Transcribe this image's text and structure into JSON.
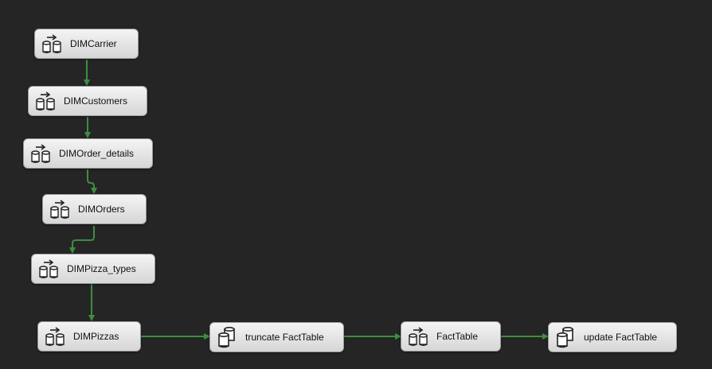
{
  "tasks": [
    {
      "id": "dimcarrier",
      "label": "DIMCarrier",
      "icon": "data-flow-icon"
    },
    {
      "id": "dimcustomers",
      "label": "DIMCustomers",
      "icon": "data-flow-icon"
    },
    {
      "id": "dimorder-details",
      "label": "DIMOrder_details",
      "icon": "data-flow-icon"
    },
    {
      "id": "dimorders",
      "label": "DIMOrders",
      "icon": "data-flow-icon"
    },
    {
      "id": "dimpizza-types",
      "label": "DIMPizza_types",
      "icon": "data-flow-icon"
    },
    {
      "id": "dimpizzas",
      "label": "DIMPizzas",
      "icon": "data-flow-icon"
    },
    {
      "id": "truncate-facttable",
      "label": "truncate FactTable",
      "icon": "sql-task-icon"
    },
    {
      "id": "facttable",
      "label": "FactTable",
      "icon": "data-flow-icon"
    },
    {
      "id": "update-facttable",
      "label": "update FactTable",
      "icon": "sql-task-icon"
    }
  ],
  "colors": {
    "background": "#252526",
    "connector": "#3e8e3e",
    "task_fill_top": "#f4f4f4",
    "task_fill_bottom": "#d6d6d6"
  }
}
